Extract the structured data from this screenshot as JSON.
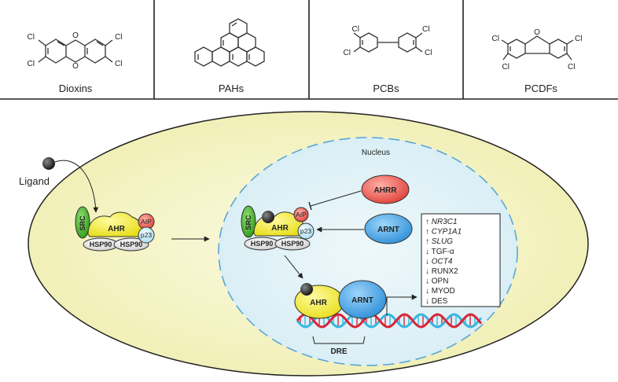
{
  "compound_panel": {
    "compounds": [
      {
        "name": "Dioxins",
        "substituents": [
          "Cl",
          "Cl",
          "Cl",
          "Cl"
        ]
      },
      {
        "name": "PAHs"
      },
      {
        "name": "PCBs",
        "substituents": [
          "Cl",
          "Cl",
          "Cl",
          "Cl"
        ]
      },
      {
        "name": "PCDFs",
        "substituents": [
          "Cl",
          "Cl",
          "Cl",
          "Cl"
        ]
      }
    ]
  },
  "cell": {
    "ligand_label": "Ligand",
    "nucleus_label": "Nucleus",
    "cyto_complex": {
      "src": "SRC",
      "ahr": "AHR",
      "aip": "AIP",
      "p23": "p23",
      "hsp1": "HSP90",
      "hsp2": "HSP90"
    },
    "nuclear_complex": {
      "src": "SRC",
      "ahr": "AHR",
      "aip": "AIP",
      "p23": "p23",
      "hsp1": "HSP90",
      "hsp2": "HSP90"
    },
    "ahrr_label": "AHRR",
    "arnt_label": "ARNT",
    "dimer": {
      "ahr": "AHR",
      "arnt": "ARNT"
    },
    "dre_label": "DRE",
    "target_genes": [
      {
        "arrow": "↑",
        "gene": "NR3C1",
        "italic": true
      },
      {
        "arrow": "↑",
        "gene": "CYP1A1",
        "italic": true
      },
      {
        "arrow": "↑",
        "gene": "SLUG",
        "italic": true
      },
      {
        "arrow": "↓",
        "gene": "TGF-α",
        "italic": false
      },
      {
        "arrow": "↓",
        "gene": "OCT4",
        "italic": true
      },
      {
        "arrow": "↓",
        "gene": "RUNX2",
        "italic": false
      },
      {
        "arrow": "↓",
        "gene": "OPN",
        "italic": false
      },
      {
        "arrow": "↓",
        "gene": "MYOD",
        "italic": false
      },
      {
        "arrow": "↓",
        "gene": "DES",
        "italic": false
      }
    ]
  },
  "colors": {
    "cytoplasm": "#f7f6c8",
    "nucleus": "#e3f3f7",
    "ahr": "#f4ee3a",
    "src": "#47b02c",
    "aip": "#ee6b6b",
    "p23": "#bfe6f4",
    "hsp": "#e8e8e8",
    "arnt": "#3fa0e6",
    "ahrr": "#e8534a",
    "dna_red": "#d8263a",
    "dna_blue": "#38b6e0"
  }
}
